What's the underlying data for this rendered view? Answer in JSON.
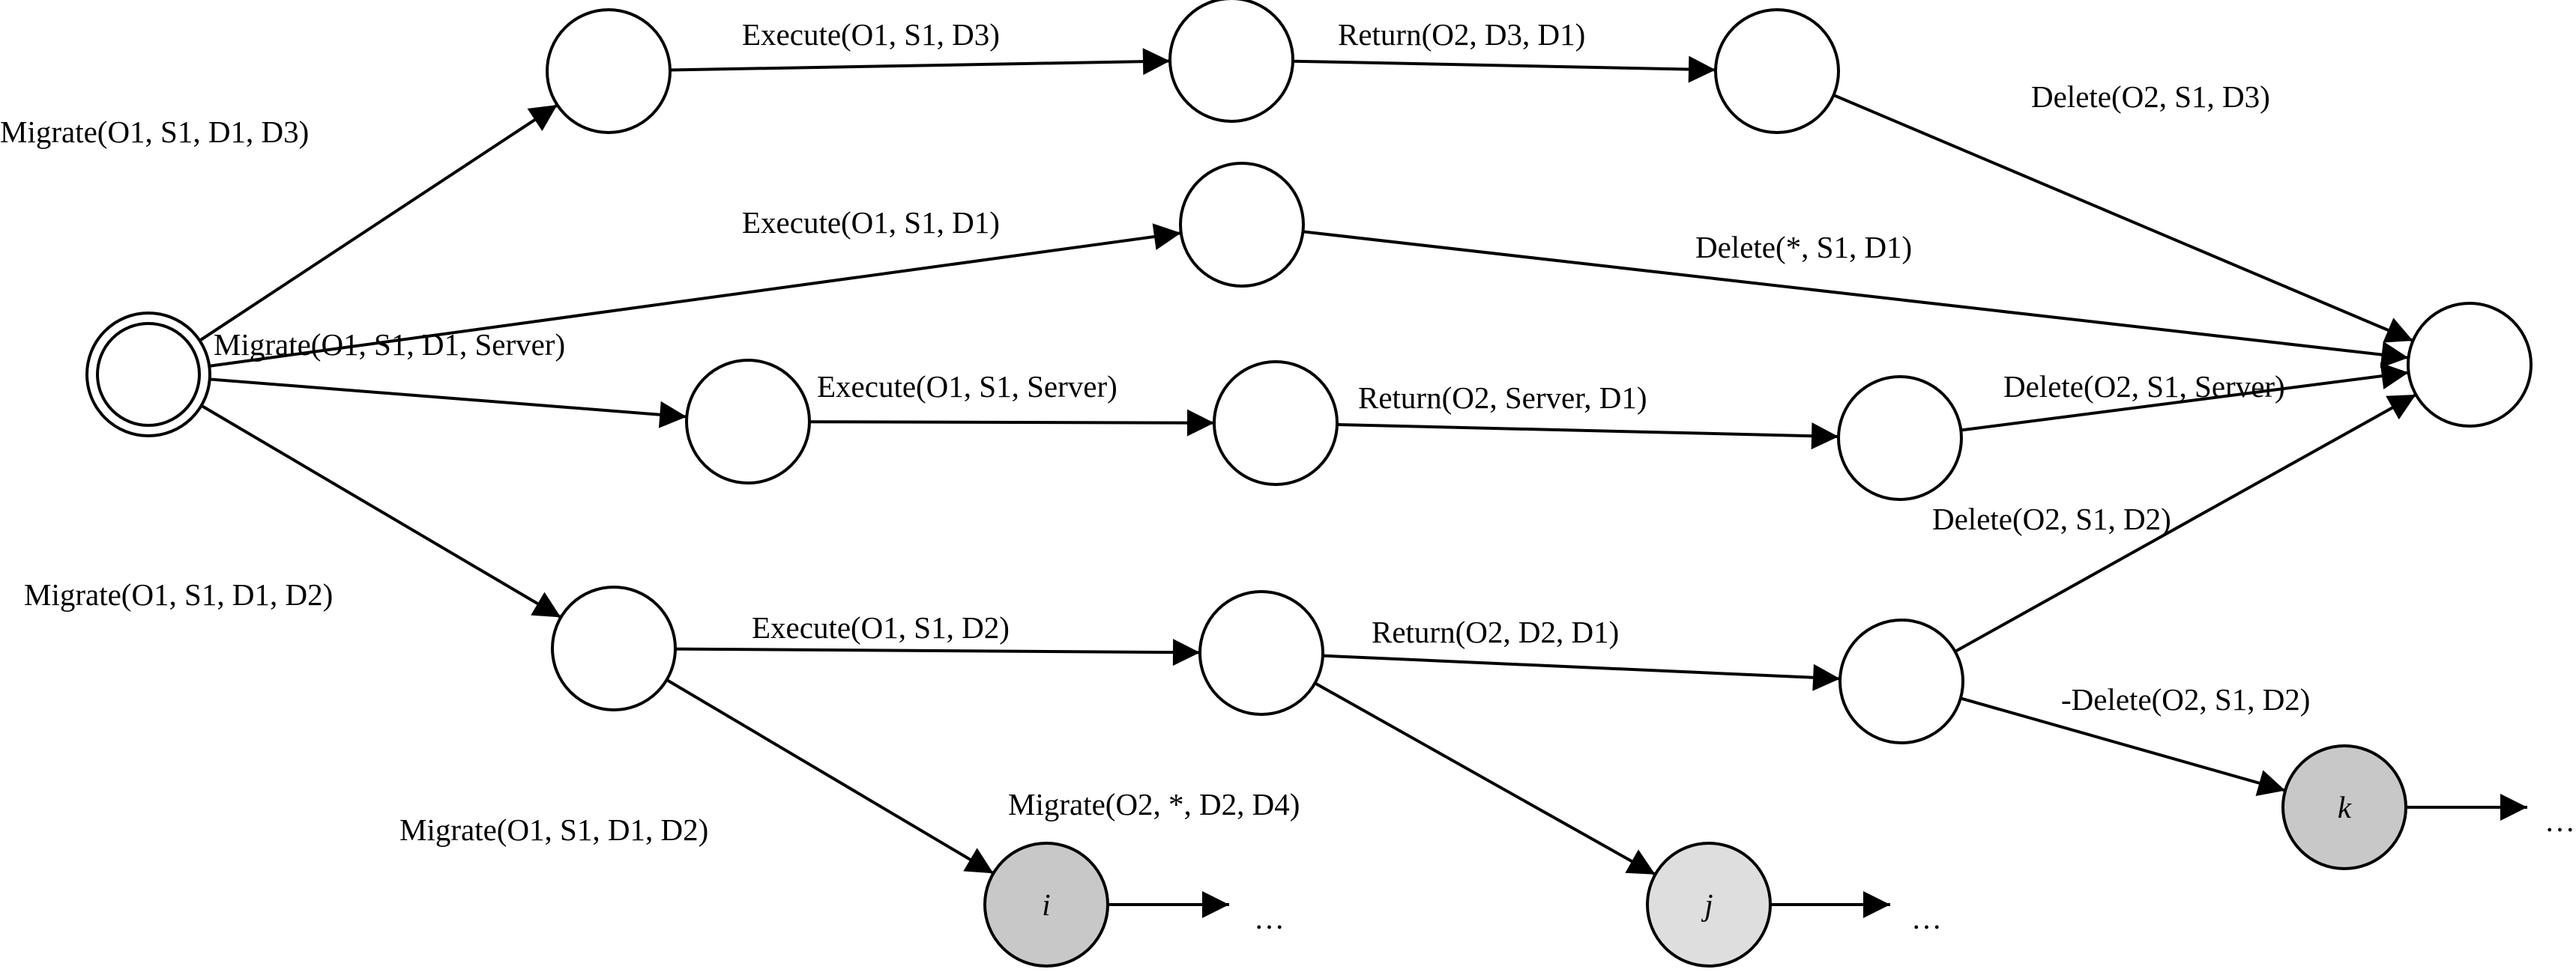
{
  "colors": {
    "stroke": "#000000",
    "node_fill": "#ffffff",
    "node_fill_dark": "#c8c8c8",
    "node_fill_light": "#dedede"
  },
  "nodes": [
    {
      "id": "start",
      "kind": "start",
      "label": ""
    },
    {
      "id": "n1",
      "kind": "state",
      "label": ""
    },
    {
      "id": "n2",
      "kind": "state",
      "label": ""
    },
    {
      "id": "n3",
      "kind": "state",
      "label": ""
    },
    {
      "id": "n4",
      "kind": "state",
      "label": ""
    },
    {
      "id": "final",
      "kind": "state",
      "label": ""
    },
    {
      "id": "n5",
      "kind": "state",
      "label": ""
    },
    {
      "id": "n6",
      "kind": "state",
      "label": ""
    },
    {
      "id": "n7",
      "kind": "state",
      "label": ""
    },
    {
      "id": "n8",
      "kind": "state",
      "label": ""
    },
    {
      "id": "n9",
      "kind": "state",
      "label": ""
    },
    {
      "id": "n10",
      "kind": "state",
      "label": ""
    },
    {
      "id": "ni",
      "kind": "dark",
      "label": "i"
    },
    {
      "id": "nj",
      "kind": "light",
      "label": "j"
    },
    {
      "id": "nk",
      "kind": "dark",
      "label": "k"
    }
  ],
  "edges": [
    {
      "from": "start",
      "to": "n1",
      "label": "Migrate(O1, S1, D1, D3)"
    },
    {
      "from": "n1",
      "to": "n2",
      "label": "Execute(O1, S1, D3)"
    },
    {
      "from": "n2",
      "to": "n3",
      "label": "Return(O2, D3, D1)"
    },
    {
      "from": "n3",
      "to": "final",
      "label": "Delete(O2, S1, D3)"
    },
    {
      "from": "start",
      "to": "n4",
      "label": "Execute(O1, S1, D1)"
    },
    {
      "from": "n4",
      "to": "final",
      "label": "Delete(*, S1, D1)"
    },
    {
      "from": "start",
      "to": "n5",
      "label": "Migrate(O1, S1, D1, Server)"
    },
    {
      "from": "n5",
      "to": "n6",
      "label": "Execute(O1, S1, Server)"
    },
    {
      "from": "n6",
      "to": "n7",
      "label": "Return(O2, Server, D1)"
    },
    {
      "from": "n7",
      "to": "final",
      "label": "Delete(O2, S1, Server)"
    },
    {
      "from": "start",
      "to": "n8",
      "label": "Migrate(O1, S1, D1, D2)"
    },
    {
      "from": "n8",
      "to": "n9",
      "label": "Execute(O1, S1, D2)"
    },
    {
      "from": "n9",
      "to": "n10",
      "label": "Return(O2, D2, D1)"
    },
    {
      "from": "n10",
      "to": "final",
      "label": "Delete(O2, S1, D2)"
    },
    {
      "from": "n8",
      "to": "ni",
      "label": "Migrate(O1, S1, D1, D2)"
    },
    {
      "from": "n9",
      "to": "nj",
      "label": "Migrate(O2, *, D2, D4)"
    },
    {
      "from": "n10",
      "to": "nk",
      "label": "-Delete(O2, S1, D2)"
    }
  ],
  "continuations": [
    {
      "from": "ni",
      "label": "…"
    },
    {
      "from": "nj",
      "label": "…"
    },
    {
      "from": "nk",
      "label": "…"
    }
  ]
}
